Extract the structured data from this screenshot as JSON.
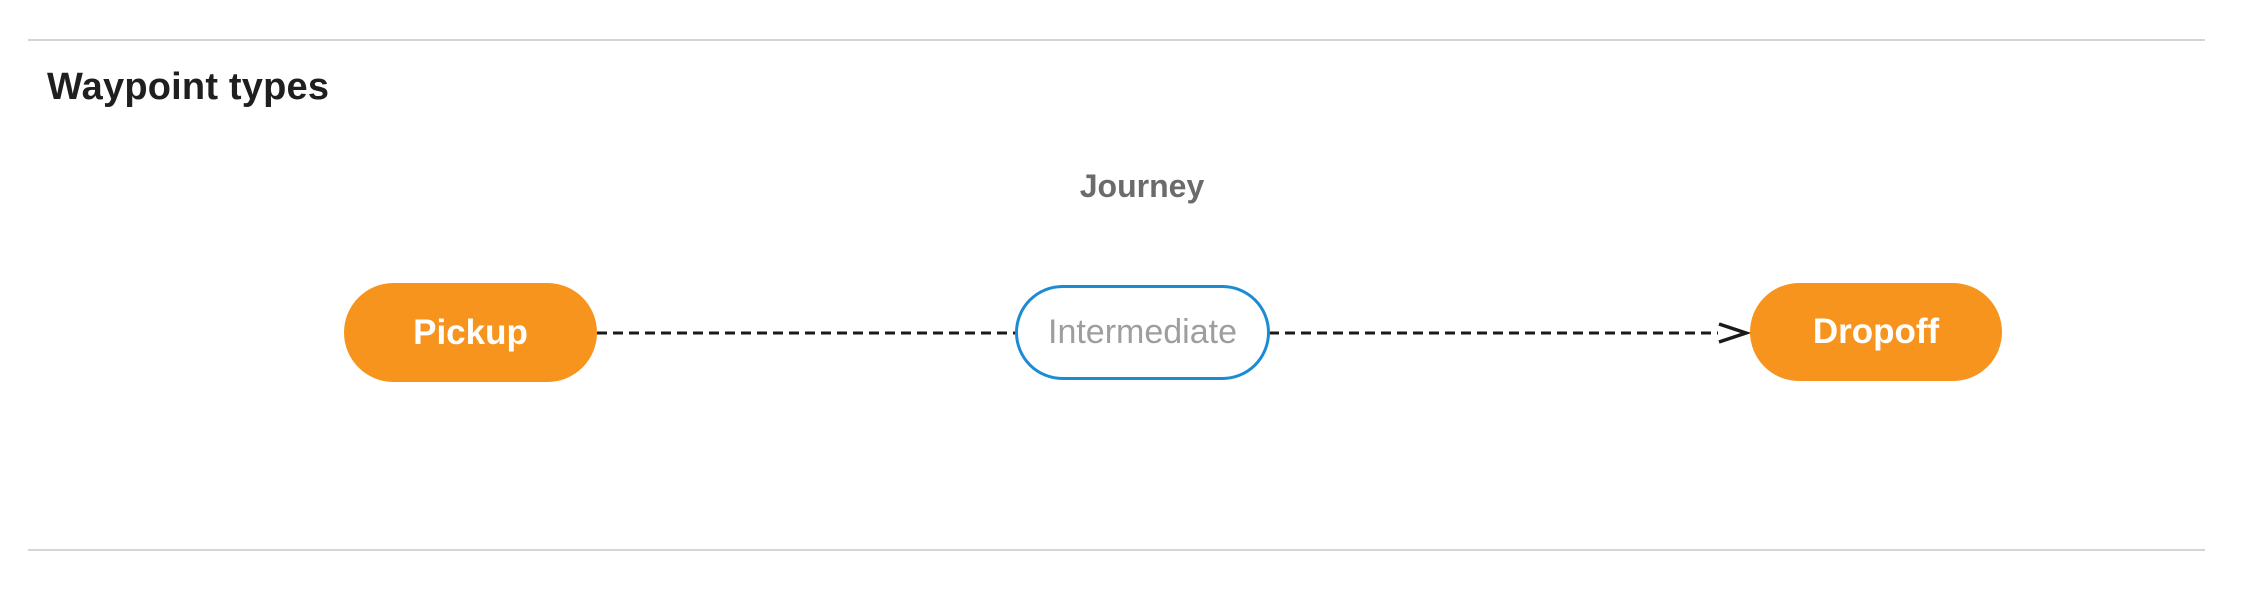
{
  "page": {
    "title": "Waypoint types"
  },
  "diagram": {
    "label": "Journey",
    "nodes": [
      {
        "id": "pickup",
        "label": "Pickup",
        "type": "terminal"
      },
      {
        "id": "intermediate",
        "label": "Intermediate",
        "type": "intermediate"
      },
      {
        "id": "dropoff",
        "label": "Dropoff",
        "type": "terminal"
      }
    ],
    "edges": [
      {
        "from": "pickup",
        "to": "dropoff",
        "via": [
          "intermediate"
        ],
        "style": "dashed",
        "arrowhead": "open-arrow-at-dropoff"
      }
    ]
  },
  "colors": {
    "terminal_node_fill": "#F7941E",
    "terminal_node_text": "#FFFFFF",
    "intermediate_node_border": "#1B8CD4",
    "intermediate_node_fill": "#FFFFFF",
    "intermediate_node_text": "#9E9E9E",
    "journey_label_text": "#6B6B6B",
    "title_text": "#1F1F1F",
    "divider": "#D5D5D5",
    "connector": "#1A1A1A",
    "page_bg": "#FFFFFF"
  }
}
